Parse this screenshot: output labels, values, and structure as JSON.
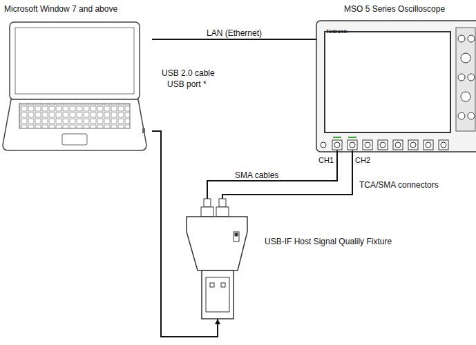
{
  "diagram": {
    "nodes": [
      {
        "text": [
          "Microsoft Window 7 and above"
        ]
      },
      {
        "text": [
          "MSO 5 Series Oscilloscope"
        ]
      },
      {
        "text": [
          "USB-IF Host Signal Qualily Fixture"
        ]
      }
    ],
    "edges": [
      {
        "from": 0,
        "to": 1,
        "label": "LAN (Ethernet)",
        "arrow": "none"
      },
      {
        "from": 0,
        "to": 2,
        "arrow": "to"
      },
      {
        "from": 2,
        "to": 1,
        "arrow": "none"
      },
      {
        "from": 2,
        "to": 1,
        "arrow": "none"
      }
    ],
    "labels": [
      "USB 2.0 cable",
      "USB port *",
      "SMA cables",
      "TCA/SMA connectors",
      "CH1",
      "CH2",
      "Tektronix"
    ]
  }
}
